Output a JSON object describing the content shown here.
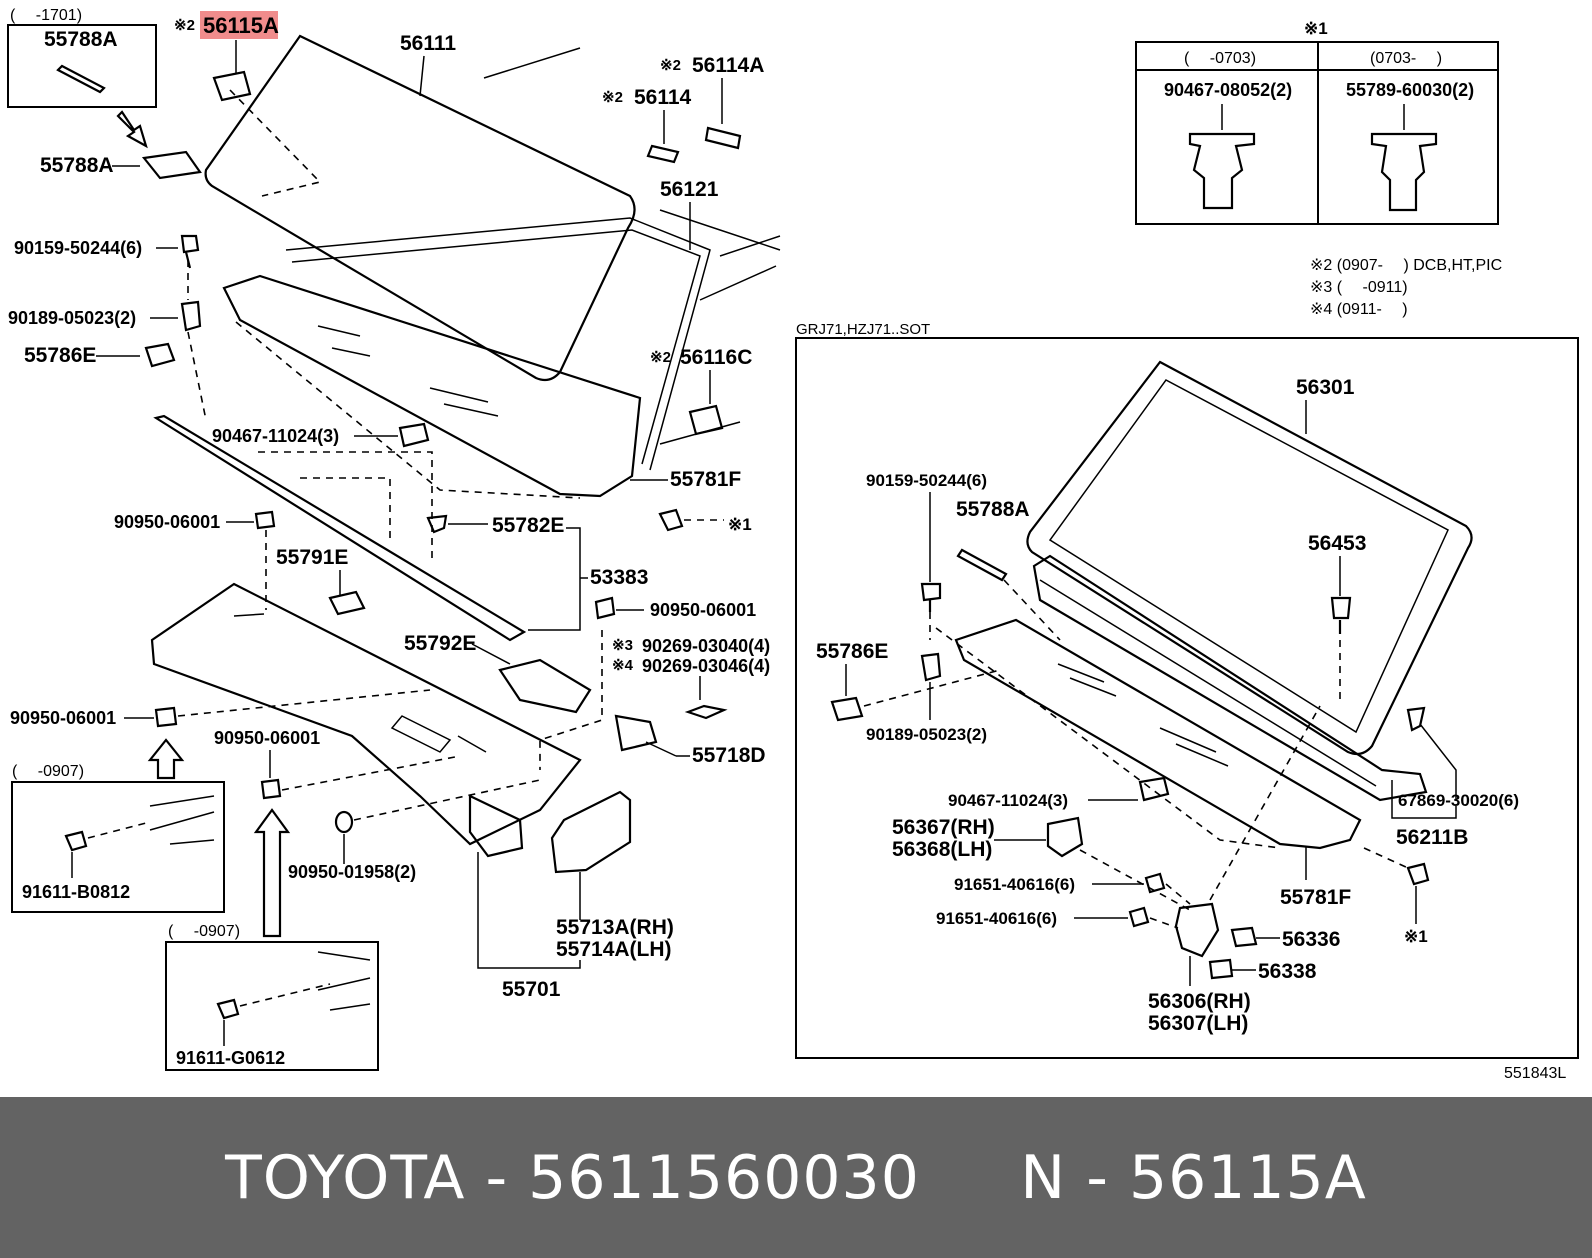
{
  "diagram": {
    "highlight_color": "#f08c8c",
    "callouts": {
      "c55788A_top": "55788A",
      "c55788A_left": "55788A",
      "c56115A": "56115A",
      "c56111": "56111",
      "c56114A": "56114A",
      "c56114": "56114",
      "c56121": "56121",
      "c90159": "90159-50244(6)",
      "c90189": "90189-05023(2)",
      "c55786E": "55786E",
      "c56116C": "56116C",
      "c90467": "90467-11024(3)",
      "c55781F": "55781F",
      "c90950a": "90950-06001",
      "c55782E": "55782E",
      "c55791E": "55791E",
      "c53383": "53383",
      "c90950b": "90950-06001",
      "c55792E": "55792E",
      "c90269a": "90269-03040(4)",
      "c90269b": "90269-03046(4)",
      "c90950c": "90950-06001",
      "c55718D": "55718D",
      "c90950d": "90950-06001",
      "c90950e": "90950-01958(2)",
      "c55713A": "55713A(RH)",
      "c55714A": "55714A(LH)",
      "c55701": "55701",
      "c91611B": "91611-B0812",
      "c91611G": "91611-G0612",
      "r56301": "56301",
      "r90159": "90159-50244(6)",
      "r55788A": "55788A",
      "r56453": "56453",
      "r55786E": "55786E",
      "r90189": "90189-05023(2)",
      "r67869": "67869-30020(6)",
      "r90467": "90467-11024(3)",
      "r56211B": "56211B",
      "r56367": "56367(RH)",
      "r56368": "56368(LH)",
      "r55781F": "55781F",
      "r91651a": "91651-40616(6)",
      "r91651b": "91651-40616(6)",
      "r56336": "56336",
      "r56338": "56338",
      "r56306": "56306(RH)",
      "r56307": "56307(LH)"
    },
    "marks": {
      "x1": "※1",
      "x2": "※2",
      "x3": "※3",
      "x4": "※4"
    },
    "boxes": {
      "top_left_range": "(　 -1701)",
      "bolt_box1_range": "(　 -0907)",
      "bolt_box2_range": "(　 -0907)",
      "variant_title": "※1",
      "variant_col1_head": "(　 -0703)",
      "variant_col2_head": "(0703-　 )",
      "variant_col1_part": "90467-08052(2)",
      "variant_col2_part": "55789-60030(2)",
      "inset_title": "GRJ71,HZJ71..SOT"
    },
    "notes": {
      "n2": "※2 (0907-　 ) DCB,HT,PIC",
      "n3": "※3 (　 -0911)",
      "n4": "※4 (0911-　 )"
    },
    "drawing_code": "551843L"
  },
  "footer": {
    "text": "TOYOTA - 5611560030     N - 56115A"
  }
}
